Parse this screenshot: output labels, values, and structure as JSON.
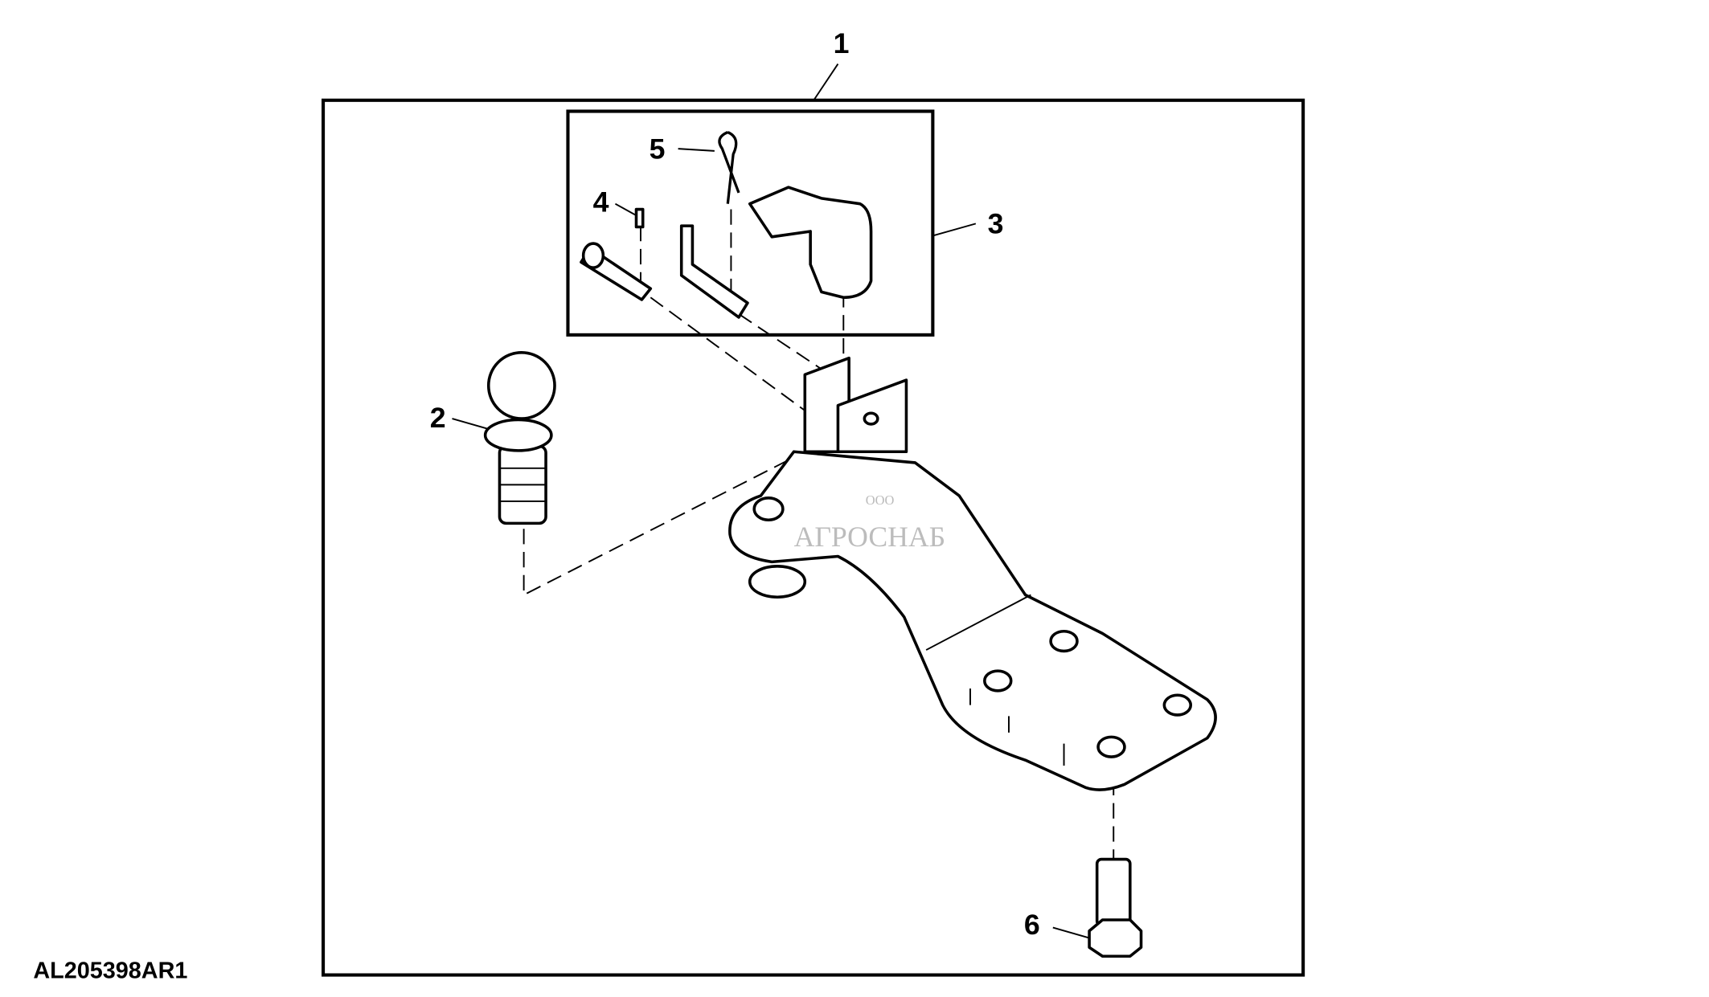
{
  "diagram": {
    "callouts": [
      "1",
      "2",
      "3",
      "4",
      "5",
      "6"
    ],
    "figure_code": "AL205398AR1",
    "watermark": {
      "prefix": "ООО",
      "name": "АГРОСНАБ"
    }
  }
}
